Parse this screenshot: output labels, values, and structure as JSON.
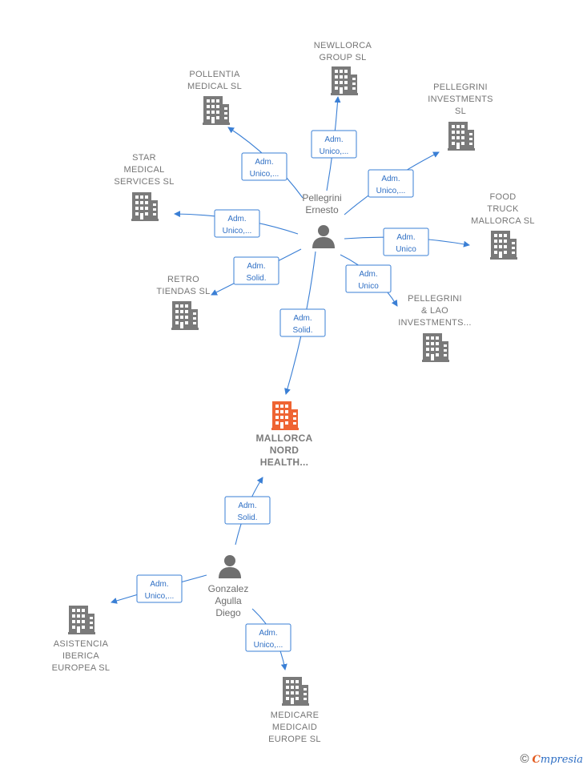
{
  "colors": {
    "building": "#7a7a7a",
    "focus": "#ef6433",
    "edge": "#3a7fd5",
    "person": "#6f6f6f"
  },
  "companies": [
    {
      "id": "newllorca",
      "lines": [
        "NEWLLORCA",
        "GROUP  SL"
      ],
      "icon": "building-icon"
    },
    {
      "id": "pollentia",
      "lines": [
        "POLLENTIA",
        "MEDICAL  SL"
      ],
      "icon": "building-icon"
    },
    {
      "id": "pellegrini-inv",
      "lines": [
        "PELLEGRINI",
        "INVESTMENTS",
        "SL"
      ],
      "icon": "building-icon"
    },
    {
      "id": "star",
      "lines": [
        "STAR",
        "MEDICAL",
        "SERVICES  SL"
      ],
      "icon": "building-icon"
    },
    {
      "id": "food",
      "lines": [
        "FOOD",
        "TRUCK",
        "MALLORCA  SL"
      ],
      "icon": "building-icon"
    },
    {
      "id": "retro",
      "lines": [
        "RETRO",
        "TIENDAS  SL"
      ],
      "icon": "building-icon"
    },
    {
      "id": "pellegrini-lao",
      "lines": [
        "PELLEGRINI",
        "& LAO",
        "INVESTMENTS..."
      ],
      "icon": "building-icon"
    },
    {
      "id": "mallorca",
      "lines": [
        "MALLORCA",
        "NORD",
        "HEALTH..."
      ],
      "icon": "building-icon",
      "focus": true
    },
    {
      "id": "asistencia",
      "lines": [
        "ASISTENCIA",
        "IBERICA",
        "EUROPEA  SL"
      ],
      "icon": "building-icon"
    },
    {
      "id": "medicare",
      "lines": [
        "MEDICARE",
        "MEDICAID",
        "EUROPE  SL"
      ],
      "icon": "building-icon"
    }
  ],
  "people": [
    {
      "id": "ernesto",
      "lines": [
        "Pellegrini",
        "Ernesto"
      ],
      "icon": "person-icon"
    },
    {
      "id": "gonzalez",
      "lines": [
        "Gonzalez",
        "Agulla",
        "Diego"
      ],
      "icon": "person-icon"
    }
  ],
  "edges": [
    {
      "id": "e-newllorca",
      "lines": [
        "Adm.",
        "Unico,..."
      ]
    },
    {
      "id": "e-pollentia",
      "lines": [
        "Adm.",
        "Unico,..."
      ]
    },
    {
      "id": "e-pellegrini-inv",
      "lines": [
        "Adm.",
        "Unico,..."
      ]
    },
    {
      "id": "e-star",
      "lines": [
        "Adm.",
        "Unico,..."
      ]
    },
    {
      "id": "e-food",
      "lines": [
        "Adm.",
        "Unico"
      ]
    },
    {
      "id": "e-retro",
      "lines": [
        "Adm.",
        "Solid."
      ]
    },
    {
      "id": "e-pellegrini-lao",
      "lines": [
        "Adm.",
        "Unico"
      ]
    },
    {
      "id": "e-mallorca-ernesto",
      "lines": [
        "Adm.",
        "Solid."
      ]
    },
    {
      "id": "e-mallorca-gonzalez",
      "lines": [
        "Adm.",
        "Solid."
      ]
    },
    {
      "id": "e-asistencia",
      "lines": [
        "Adm.",
        "Unico,..."
      ]
    },
    {
      "id": "e-medicare",
      "lines": [
        "Adm.",
        "Unico,..."
      ]
    }
  ],
  "footer": {
    "copyright": "©",
    "brand_initial": "C",
    "brand_rest": "mpresia"
  }
}
